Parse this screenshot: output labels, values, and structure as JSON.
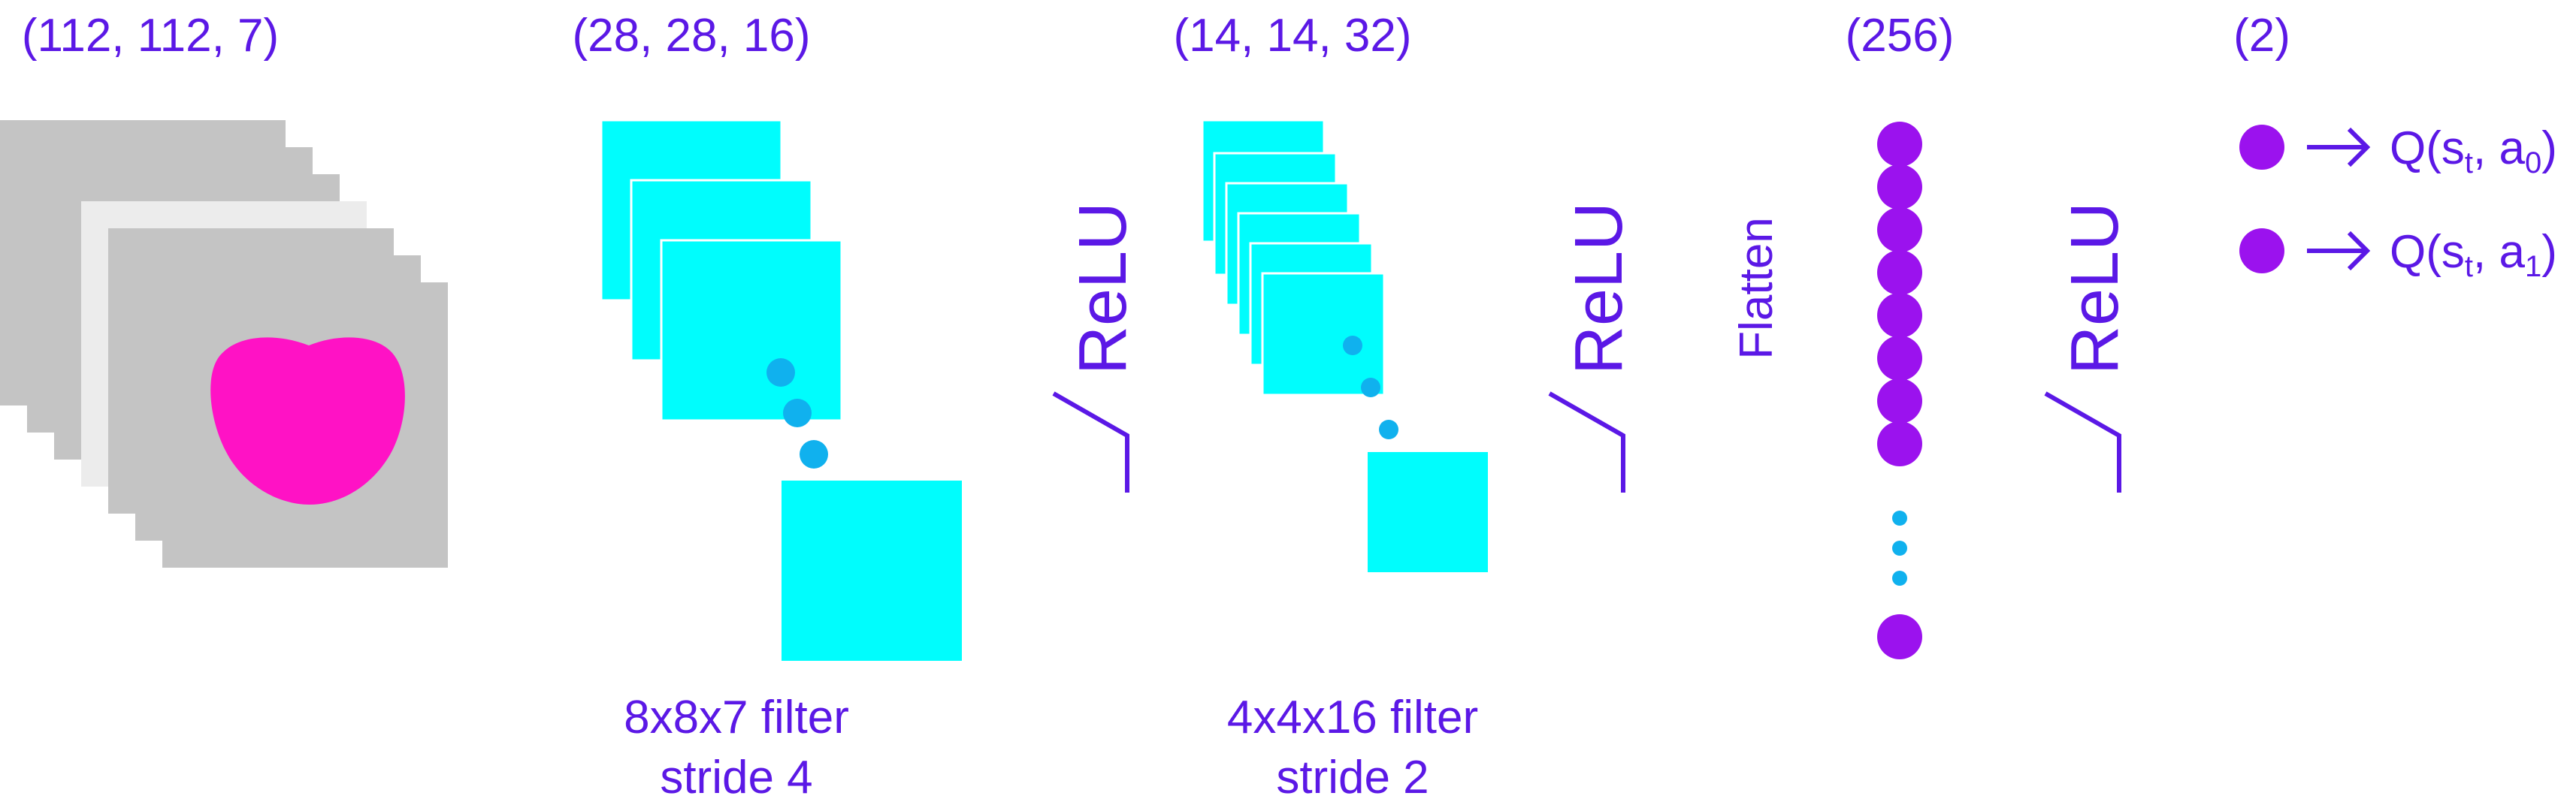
{
  "shapes": {
    "input": "(112, 112, 7)",
    "conv1": "(28, 28, 16)",
    "conv2": "(14, 14, 32)",
    "dense": "(256)",
    "output": "(2)"
  },
  "layers": {
    "conv1_filter": "8x8x7 filter",
    "conv1_stride": "stride 4",
    "conv2_filter": "4x4x16 filter",
    "conv2_stride": "stride 2",
    "activation": "ReLU",
    "flatten": "Flatten"
  },
  "outputs": [
    {
      "q": "Q(s",
      "state_sub": "t",
      "sep": ", a",
      "action_sub": "0",
      "close": ")"
    },
    {
      "q": "Q(s",
      "state_sub": "t",
      "sep": ", a",
      "action_sub": "1",
      "close": ")"
    }
  ],
  "colors": {
    "text": "#5b18e6",
    "frame": "#c4c4c4",
    "frame_light": "#ececec",
    "heart": "#ff12c5",
    "feature_map": "#00fdfd",
    "ellipsis_dot": "#10b1ee",
    "neuron": "#9b12ee"
  },
  "icons": {
    "relu": "relu-curve-icon",
    "arrow": "right-arrow-icon"
  }
}
